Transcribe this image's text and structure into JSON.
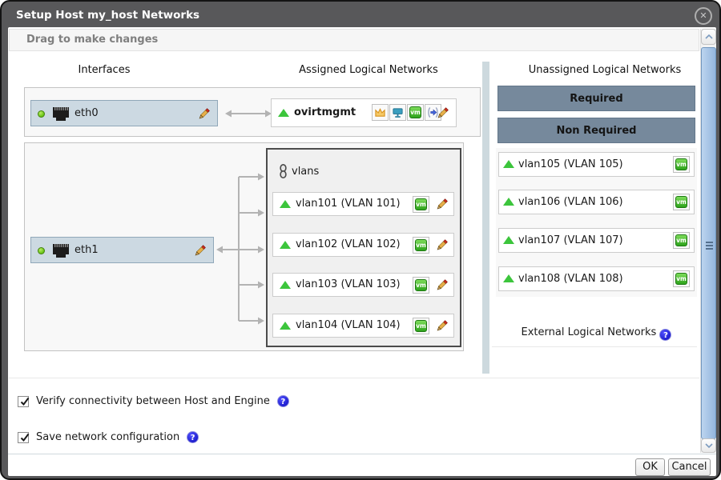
{
  "dialog": {
    "title": "Setup Host my_host Networks",
    "drag_hint": "Drag to make changes",
    "close_glyph": "✕"
  },
  "columns": {
    "interfaces": "Interfaces",
    "assigned": "Assigned Logical Networks",
    "unassigned": "Unassigned Logical Networks"
  },
  "interfaces": [
    {
      "name": "eth0"
    },
    {
      "name": "eth1"
    }
  ],
  "assigned": {
    "eth0_network": {
      "name": "ovirtmgmt",
      "badges": [
        "management-network",
        "display-network",
        "vm-network",
        "migration-network"
      ]
    },
    "vlans_group_label": "vlans",
    "vlan_networks": [
      {
        "label": "vlan101 (VLAN 101)"
      },
      {
        "label": "vlan102 (VLAN 102)"
      },
      {
        "label": "vlan103 (VLAN 103)"
      },
      {
        "label": "vlan104 (VLAN 104)"
      }
    ]
  },
  "unassigned": {
    "required_label": "Required",
    "non_required_label": "Non Required",
    "networks": [
      {
        "label": "vlan105 (VLAN 105)"
      },
      {
        "label": "vlan106 (VLAN 106)"
      },
      {
        "label": "vlan107 (VLAN 107)"
      },
      {
        "label": "vlan108 (VLAN 108)"
      }
    ],
    "external_label": "External Logical Networks"
  },
  "checkboxes": [
    {
      "label": "Verify connectivity between Host and Engine",
      "checked": true
    },
    {
      "label": "Save network configuration",
      "checked": true
    }
  ],
  "buttons": {
    "ok": "OK",
    "cancel": "Cancel"
  },
  "icons": {
    "vm_badge_label": "vm",
    "help_glyph": "?"
  },
  "colors": {
    "frame": "#58585a",
    "nic_row": "#ccd9e2",
    "required_bar": "#76899c",
    "network_green": "#3cc53c",
    "vm_badge_green": "#2ea31c",
    "scroll_thumb": "#93b6de",
    "help_blue": "#1c1ccc"
  }
}
